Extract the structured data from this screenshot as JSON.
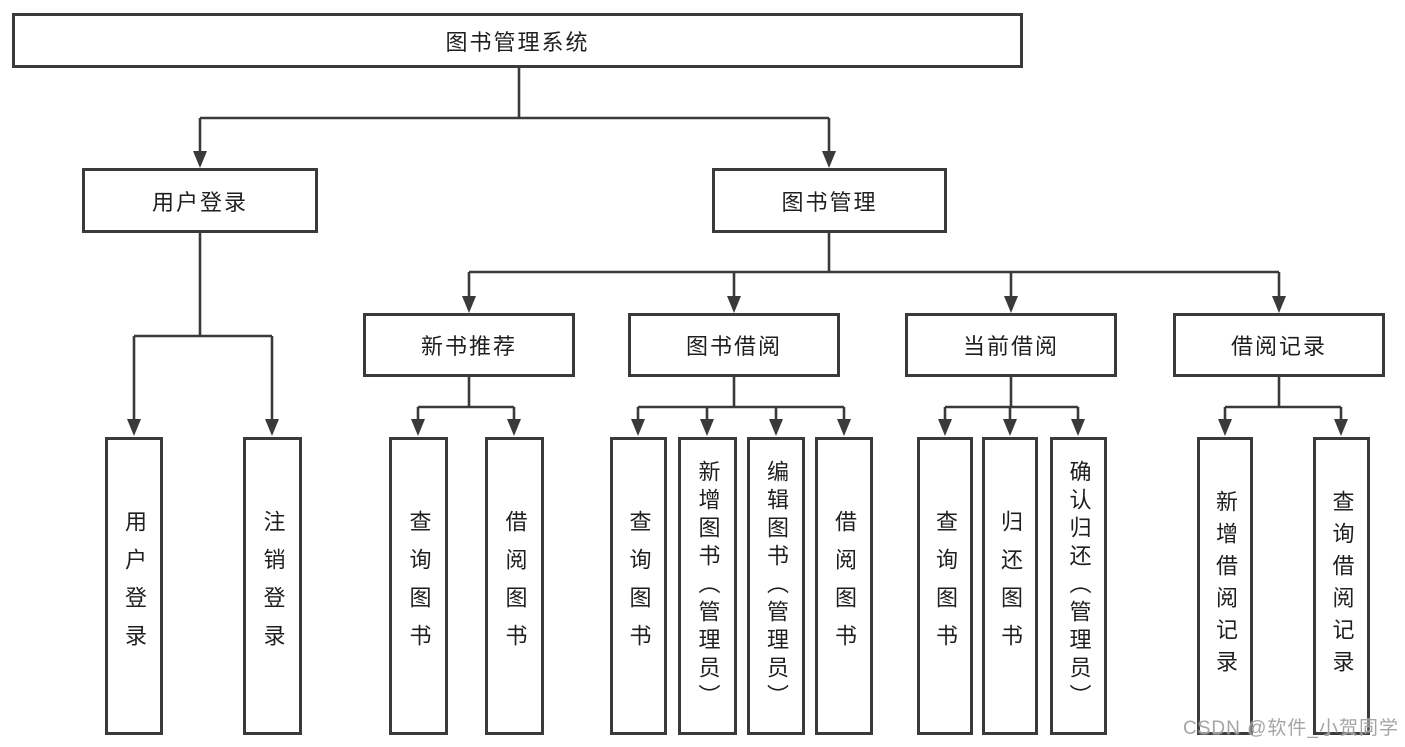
{
  "diagram": {
    "title": "图书管理系统",
    "root": {
      "label": "图书管理系统"
    },
    "level2": [
      {
        "label": "用户登录"
      },
      {
        "label": "图书管理"
      }
    ],
    "level3": [
      {
        "label": "新书推荐"
      },
      {
        "label": "图书借阅"
      },
      {
        "label": "当前借阅"
      },
      {
        "label": "借阅记录"
      }
    ],
    "leaves": {
      "user_login": [
        {
          "label": "用户登录"
        },
        {
          "label": "注销登录"
        }
      ],
      "new_book": [
        {
          "label": "查询图书"
        },
        {
          "label": "借阅图书"
        }
      ],
      "book_borrow": [
        {
          "label": "查询图书"
        },
        {
          "label": "新增图书（管理员）"
        },
        {
          "label": "编辑图书（管理员）"
        },
        {
          "label": "借阅图书"
        }
      ],
      "current_borrow": [
        {
          "label": "查询图书"
        },
        {
          "label": "归还图书"
        },
        {
          "label": "确认归还（管理员）"
        }
      ],
      "borrow_record": [
        {
          "label": "新增借阅记录"
        },
        {
          "label": "查询借阅记录"
        }
      ]
    }
  },
  "watermark": {
    "text": "CSDN @软件_小贺同学"
  },
  "colors": {
    "line": "#3a3a3a",
    "text": "#1f1f1f",
    "background": "#ffffff",
    "watermark": "#a0a0a0"
  }
}
